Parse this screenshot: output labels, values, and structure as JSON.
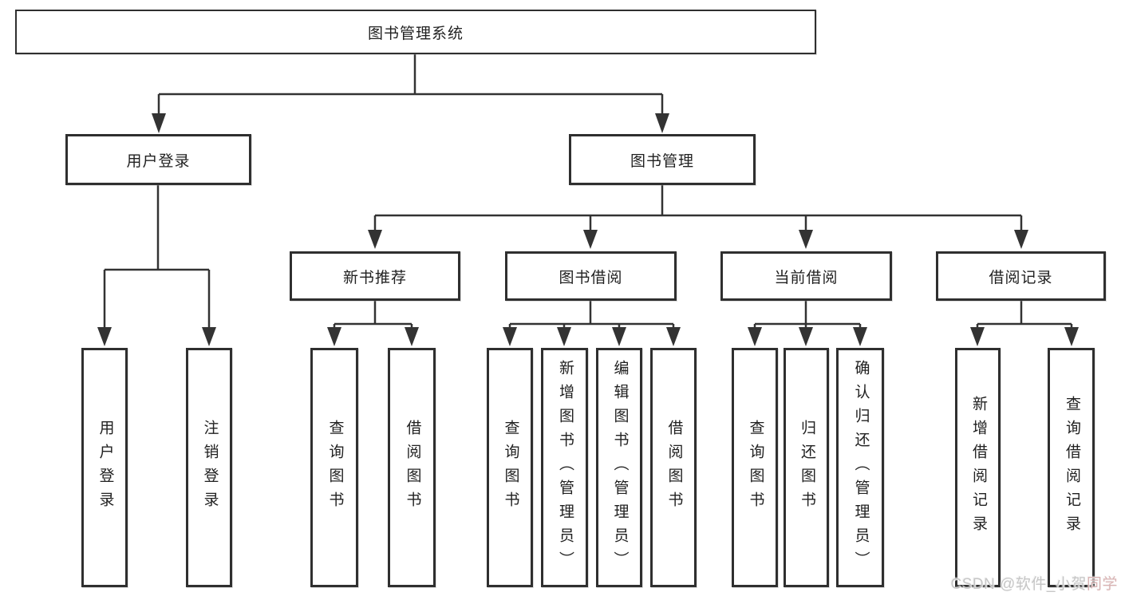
{
  "nodes": {
    "root": "图书管理系统",
    "user_login": "用户登录",
    "book_mgmt": "图书管理",
    "new_book_rec": "新书推荐",
    "book_borrow": "图书借阅",
    "current_borrow": "当前借阅",
    "borrow_record": "借阅记录",
    "leaf_user_login": "用户登录",
    "leaf_logout": "注销登录",
    "leaf_rec_query": "查询图书",
    "leaf_rec_borrow": "借阅图书",
    "leaf_bb_query": "查询图书",
    "leaf_bb_add": "新增图书（管理员）",
    "leaf_bb_edit": "编辑图书（管理员）",
    "leaf_bb_borrow": "借阅图书",
    "leaf_cur_query": "查询图书",
    "leaf_cur_return": "归还图书",
    "leaf_cur_confirm": "确认归还（管理员）",
    "leaf_record_add": "新增借阅记录",
    "leaf_record_query": "查询借阅记录"
  },
  "watermark": {
    "prefix": "CSDN @软件_小贺",
    "suffix": "同学"
  },
  "colors": {
    "line": "#333333",
    "box_border": "#2f2f2f",
    "text": "#212121",
    "watermark_gray": "#c6c6c6",
    "watermark_pink": "#d9b3b3"
  }
}
